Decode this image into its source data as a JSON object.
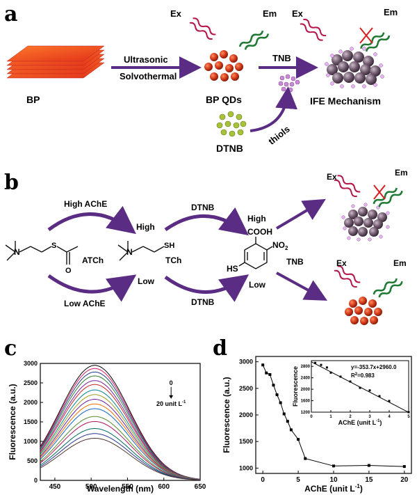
{
  "panels": {
    "a": "a",
    "b": "b",
    "c": "c",
    "d": "d"
  },
  "panel_a": {
    "bp": "BP",
    "ultrasonic": "Ultrasonic",
    "solvothermal": "Solvothermal",
    "bp_qds": "BP QDs",
    "tnb": "TNB",
    "ife": "IFE Mechanism",
    "dtnb": "DTNB",
    "thiols": "thiols",
    "ex": "Ex",
    "em": "Em"
  },
  "panel_b": {
    "high_ache": "High  AChE",
    "low_ache": "Low  AChE",
    "high": "High",
    "low": "Low",
    "atch": "ATCh",
    "tch": "TCh",
    "dtnb_top": "DTNB",
    "dtnb_bottom": "DTNB",
    "high2": "High",
    "low2": "Low",
    "cooh": "COOH",
    "no2": "NO",
    "no2_sub": "2",
    "hs": "HS",
    "sh": "SH",
    "n_plus": "N",
    "tnb": "TNB",
    "ex": "Ex",
    "em": "Em"
  },
  "colors": {
    "arrow": "#5b2c83",
    "ex": "#b5174a",
    "em": "#1f7a33",
    "qd": "#d13a1a",
    "cluster": "#6f5a6d"
  },
  "chart_data": [
    {
      "type": "line",
      "panel": "c",
      "xlabel": "Wavelength (nm)",
      "ylabel": "Fluorescence (a.u.)",
      "xlim": [
        430,
        650
      ],
      "ylim": [
        0,
        3000
      ],
      "xticks": [
        "450",
        "500",
        "550",
        "600",
        "650"
      ],
      "yticks": [
        "0",
        "500",
        "1000",
        "1500",
        "2000",
        "2500",
        "3000"
      ],
      "peak_x": 505,
      "width_nm": 48,
      "series_peaks": [
        2950,
        2870,
        2780,
        2680,
        2560,
        2460,
        2320,
        2200,
        2080,
        1960,
        1840,
        1640,
        1510,
        1330,
        1200,
        1080
      ],
      "series_colors": [
        "#000000",
        "#d81b60",
        "#1e3a8a",
        "#2e7d32",
        "#7b1fa2",
        "#c62828",
        "#00838f",
        "#9e9d24",
        "#6a1b9a",
        "#ef6c00",
        "#1565c0",
        "#558b2f",
        "#ad1457",
        "#00695c",
        "#283593",
        "#4e342e"
      ],
      "annotation_top": "0",
      "annotation_bottom": "20 unit L",
      "annotation_sup": "-1"
    },
    {
      "type": "scatter",
      "panel": "d",
      "xlabel": "AChE (unit L",
      "xlabel_sup": "-1",
      "xlabel_end": ")",
      "ylabel": "Fluorescence (a.u.)",
      "xlim": [
        -1,
        21
      ],
      "ylim": [
        900,
        3100
      ],
      "xticks": [
        "0",
        "5",
        "10",
        "15",
        "20"
      ],
      "yticks": [
        "1000",
        "1500",
        "2000",
        "2500",
        "3000"
      ],
      "x": [
        0,
        0.5,
        1,
        1.5,
        2,
        2.5,
        3,
        3.5,
        4,
        5,
        6,
        10,
        15,
        20
      ],
      "y": [
        2940,
        2790,
        2760,
        2560,
        2380,
        2230,
        2020,
        1880,
        1720,
        1540,
        1180,
        1040,
        1050,
        1030
      ],
      "inset": {
        "type": "scatter",
        "xlabel": "AChE (unit L",
        "xlabel_sup": "-1",
        "xlabel_end": ")",
        "ylabel": "Fluorescence",
        "xlim": [
          0,
          5
        ],
        "ylim": [
          1200,
          3000
        ],
        "xticks": [
          "0",
          "1",
          "2",
          "3",
          "4",
          "5"
        ],
        "yticks": [
          "1200",
          "1600",
          "2000",
          "2400",
          "2800"
        ],
        "x": [
          0.2,
          0.5,
          0.8,
          1,
          1.5,
          2,
          2.5,
          3,
          3.5,
          4,
          5
        ],
        "y": [
          2920,
          2850,
          2760,
          2580,
          2440,
          2270,
          2050,
          1960,
          1760,
          1590,
          1200
        ],
        "equation": "y=-353.7x+2960.0",
        "r2": "R",
        "r2_sup": "2",
        "r2_value": "=0.983",
        "fit_slope": -353.7,
        "fit_intercept": 2960.0
      }
    }
  ]
}
